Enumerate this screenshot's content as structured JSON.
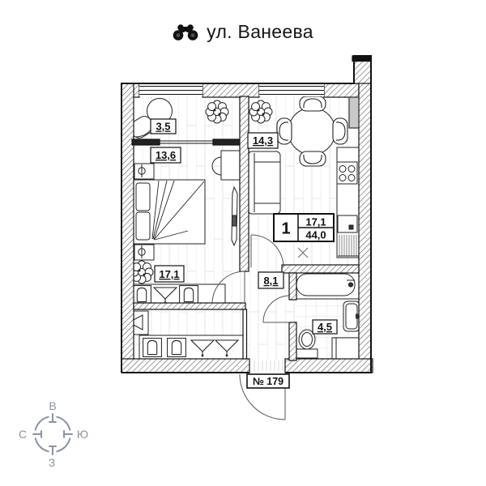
{
  "title": {
    "icon": "binoculars-icon",
    "text": "ул. Ванеева"
  },
  "plan": {
    "room_labels": [
      {
        "id": "balcony",
        "area": "3,5"
      },
      {
        "id": "bedroom",
        "area": "13,6"
      },
      {
        "id": "kitchen-living",
        "area": "14,3"
      },
      {
        "id": "living-room",
        "area": "17,1"
      },
      {
        "id": "hallway",
        "area": "8,1"
      },
      {
        "id": "bathroom",
        "area": "4,5"
      }
    ],
    "info_box": {
      "rooms_count": "1",
      "living_area": "17,1",
      "total_area": "44,0"
    },
    "apartment_number": "№ 179"
  },
  "compass": {
    "top": "В",
    "left": "С",
    "right": "Ю",
    "bottom": "З"
  },
  "colors": {
    "walls": "#1a1a1a",
    "hatch": "#4a4a4a",
    "compass": "#8a93a3",
    "floor_lines": "#e4e4e4",
    "background": "#ffffff"
  }
}
